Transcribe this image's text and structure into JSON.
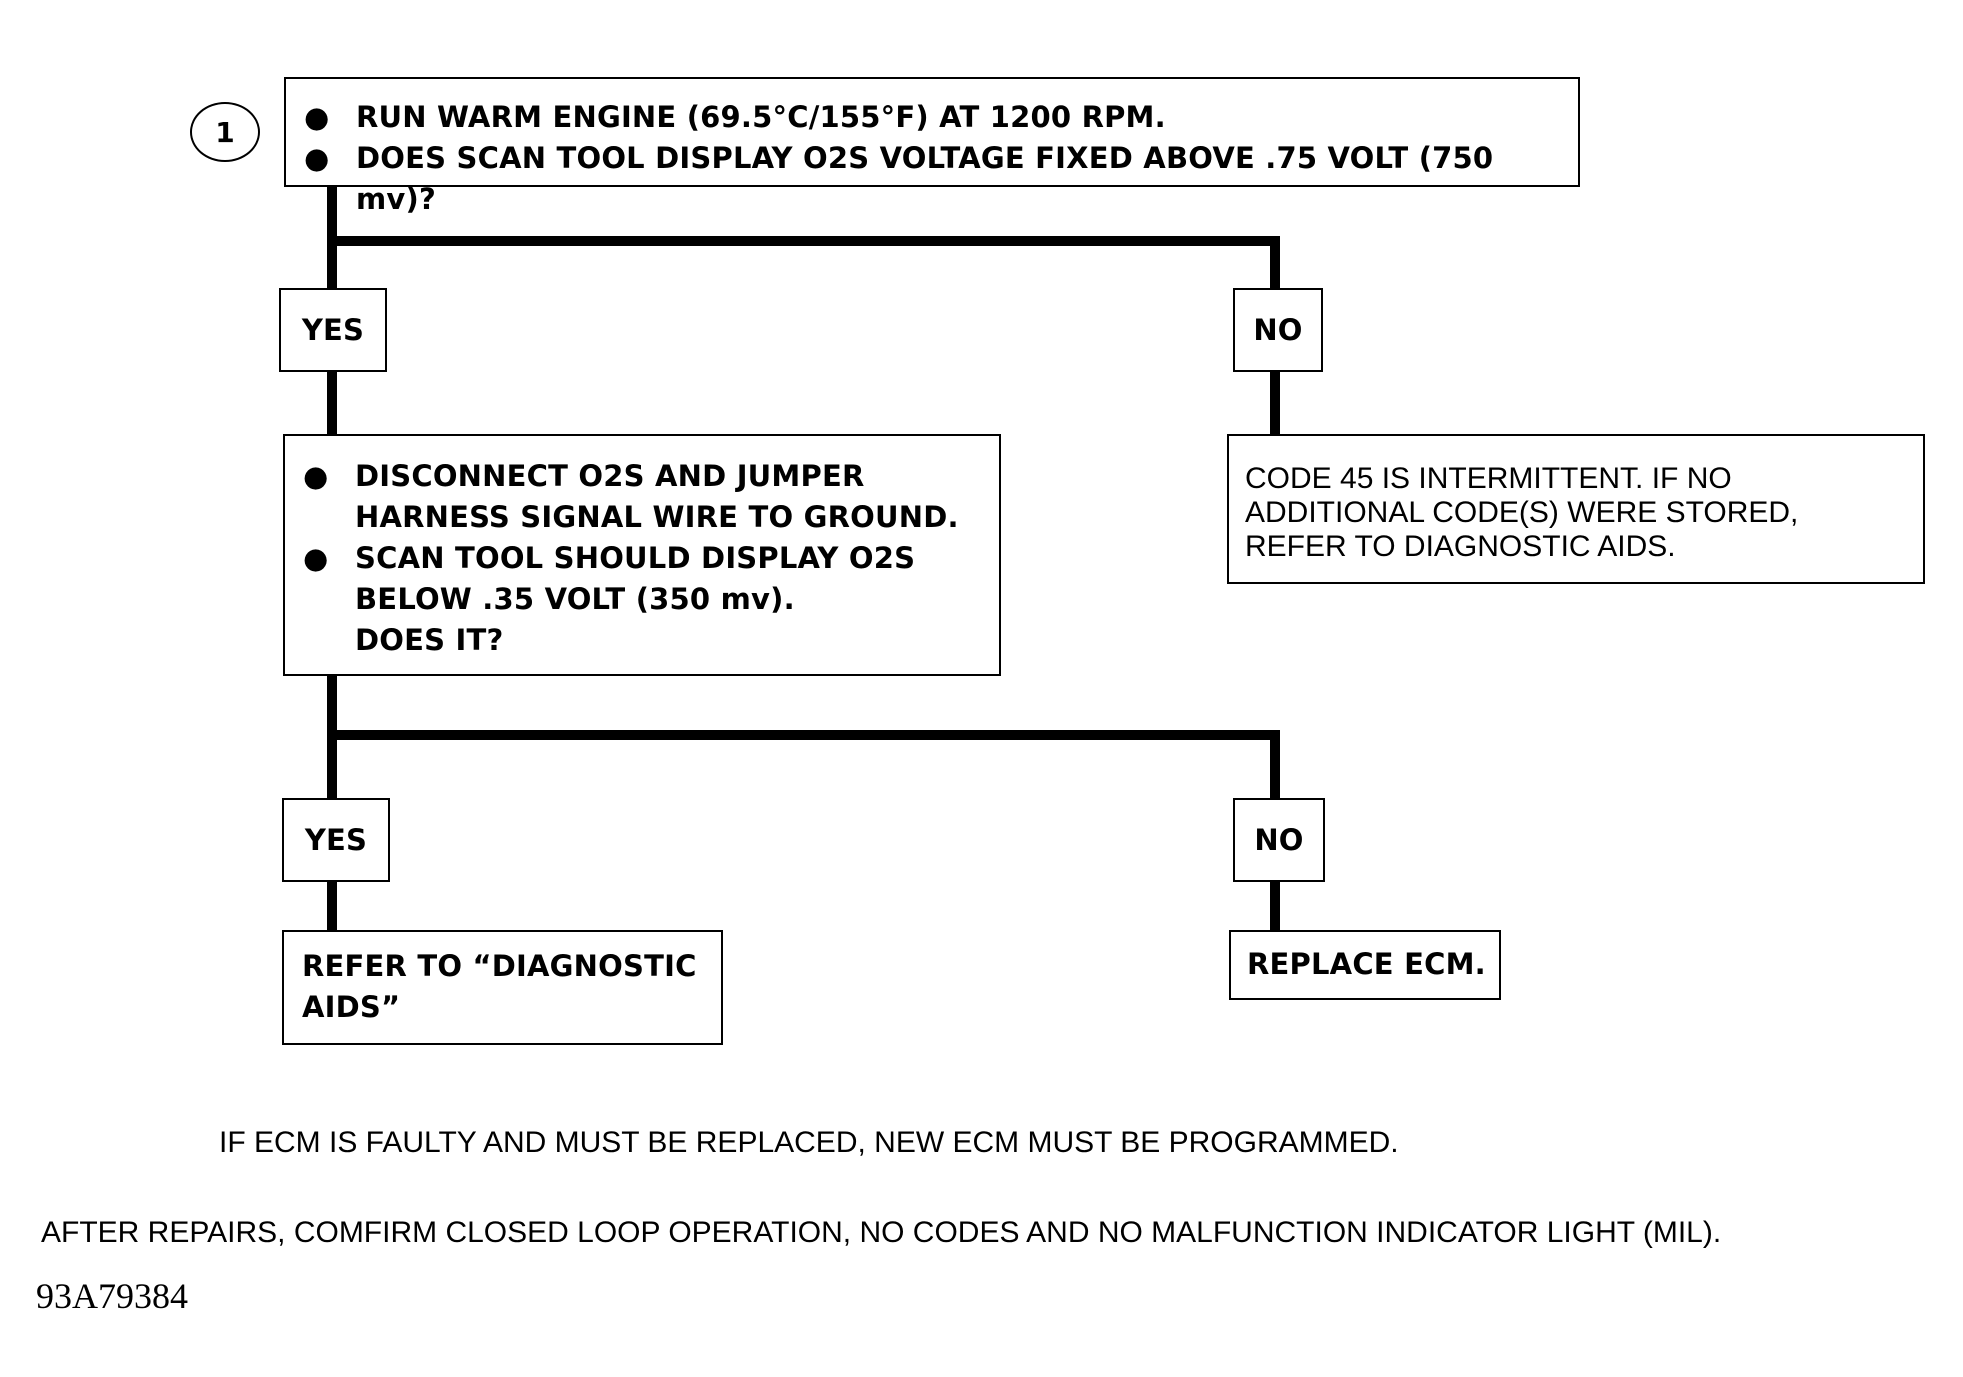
{
  "step": {
    "number": "1"
  },
  "boxes": {
    "step1": {
      "line1": "RUN WARM ENGINE (69.5°C/155°F) AT 1200 RPM.",
      "line2": "DOES SCAN TOOL DISPLAY O2S  VOLTAGE  FIXED ABOVE .75 VOLT  (750 mv)?"
    },
    "yes1": "YES",
    "no1": "NO",
    "no1_result": {
      "line1": "CODE 45 IS INTERMITTENT. IF NO",
      "line2": "ADDITIONAL CODE(S) WERE STORED,",
      "line3": "REFER TO DIAGNOSTIC AIDS."
    },
    "step2": {
      "b1_line1": "DISCONNECT O2S AND JUMPER",
      "b1_line2": "HARNESS SIGNAL WIRE TO GROUND.",
      "b2_line1": "SCAN TOOL SHOULD DISPLAY O2S",
      "b2_line2": "BELOW .35 VOLT  (350 mv).",
      "b2_line3": "DOES IT?"
    },
    "yes2": "YES",
    "no2": "NO",
    "yes2_result": {
      "line1": "REFER TO  “DIAGNOSTIC",
      "line2": "AIDS”"
    },
    "no2_result": "REPLACE ECM."
  },
  "notes": {
    "ecm": "IF ECM IS FAULTY AND MUST BE REPLACED, NEW ECM MUST BE PROGRAMMED.",
    "repairs": "AFTER REPAIRS, COMFIRM CLOSED LOOP OPERATION, NO CODES AND NO MALFUNCTION INDICATOR LIGHT (MIL)."
  },
  "figure_id": "93A79384"
}
